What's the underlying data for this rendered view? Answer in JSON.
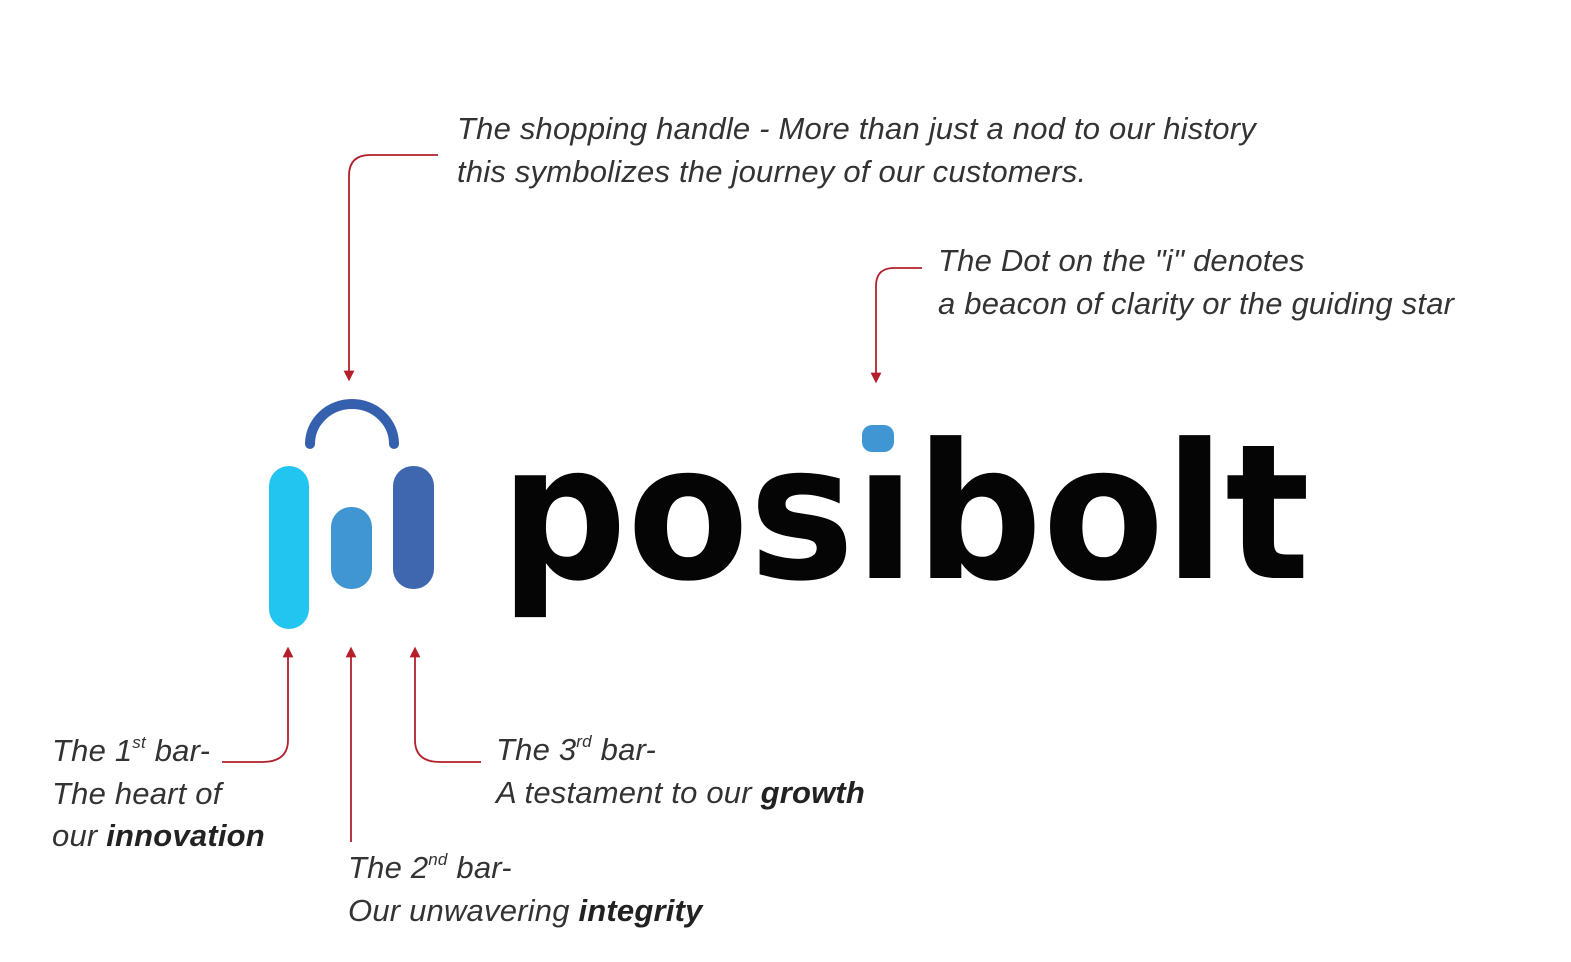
{
  "logo": {
    "wordmark": "posibolt",
    "colors": {
      "bar1": "#22c4f0",
      "bar2": "#3f96d3",
      "bar3": "#3f67b0",
      "handle": "#3560ad",
      "dot": "#3f96d3",
      "text": "#050505"
    }
  },
  "accent_color": "#b3202c",
  "annotations": {
    "handle": {
      "line1": "The shopping handle - More than just a nod to our history",
      "line2": "this symbolizes the journey of our customers."
    },
    "dot": {
      "line1": "The Dot on the \"i\" denotes",
      "line2": "a beacon of clarity or the guiding star"
    },
    "bar1": {
      "prefix": "The 1",
      "sup": "st",
      "suffix": " bar-",
      "line2": "The heart of",
      "line3_plain": "our ",
      "line3_bold": "innovation"
    },
    "bar2": {
      "prefix": "The 2",
      "sup": "nd",
      "suffix": " bar-",
      "line2_plain": "Our unwavering ",
      "line2_bold": "integrity"
    },
    "bar3": {
      "prefix": "The 3",
      "sup": "rd",
      "suffix": " bar-",
      "line2_plain": "A testament to our ",
      "line2_bold": "growth"
    }
  }
}
